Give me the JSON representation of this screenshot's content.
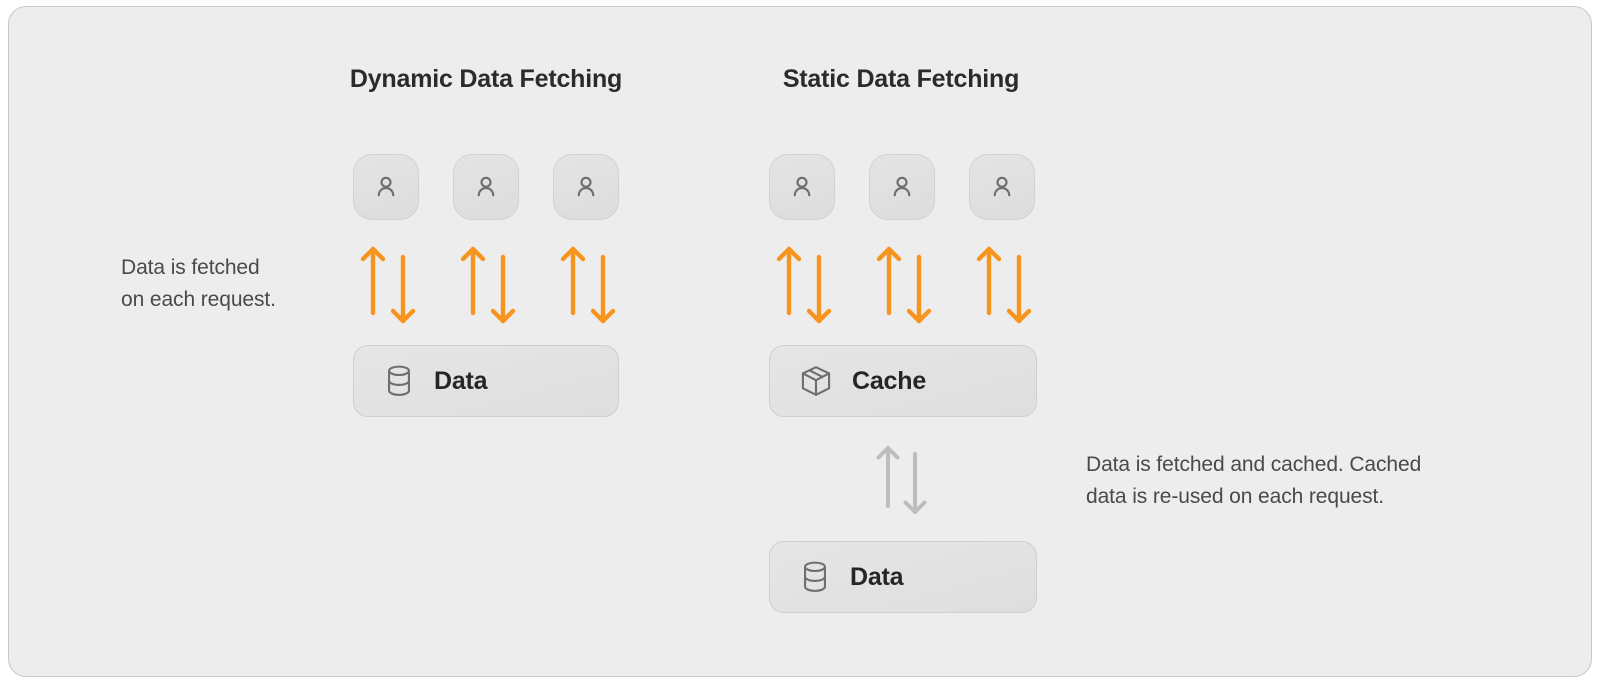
{
  "diagram": {
    "title_dynamic": "Dynamic Data Fetching",
    "title_static": "Static Data Fetching",
    "colors": {
      "card_background": "#ededed",
      "card_border": "#c9c9c9",
      "arrow_active": "#f7941e",
      "arrow_muted": "#bdbdbd",
      "box_fill": "#e3e3e3",
      "box_border": "#cfcfcf",
      "title_text": "#2b2b2b",
      "caption_text": "#4a4a4a"
    },
    "columns": [
      {
        "key": "dynamic",
        "title": "Dynamic Data Fetching",
        "users": [
          {
            "icon": "user-icon",
            "label": "user"
          },
          {
            "icon": "user-icon",
            "label": "user"
          },
          {
            "icon": "user-icon",
            "label": "user"
          }
        ],
        "arrow_groups": [
          {
            "up": "arrow-up-icon",
            "down": "arrow-down-icon",
            "color": "#f7941e"
          },
          {
            "up": "arrow-up-icon",
            "down": "arrow-down-icon",
            "color": "#f7941e"
          },
          {
            "up": "arrow-up-icon",
            "down": "arrow-down-icon",
            "color": "#f7941e"
          }
        ],
        "stores": [
          {
            "icon": "database-icon",
            "label": "Data"
          }
        ],
        "caption_line1": "Data is fetched",
        "caption_line2": "on each request."
      },
      {
        "key": "static",
        "title": "Static Data Fetching",
        "users": [
          {
            "icon": "user-icon",
            "label": "user"
          },
          {
            "icon": "user-icon",
            "label": "user"
          },
          {
            "icon": "user-icon",
            "label": "user"
          }
        ],
        "arrow_groups": [
          {
            "up": "arrow-up-icon",
            "down": "arrow-down-icon",
            "color": "#f7941e"
          },
          {
            "up": "arrow-up-icon",
            "down": "arrow-down-icon",
            "color": "#f7941e"
          },
          {
            "up": "arrow-up-icon",
            "down": "arrow-down-icon",
            "color": "#f7941e"
          }
        ],
        "stores": [
          {
            "icon": "box-icon",
            "label": "Cache"
          },
          {
            "icon": "database-icon",
            "label": "Data"
          }
        ],
        "middle_arrows": {
          "up": "arrow-up-icon",
          "down": "arrow-down-icon",
          "color": "#bdbdbd"
        },
        "caption_line1": "Data is fetched and cached. Cached",
        "caption_line2": "data is re-used on each request."
      }
    ]
  }
}
